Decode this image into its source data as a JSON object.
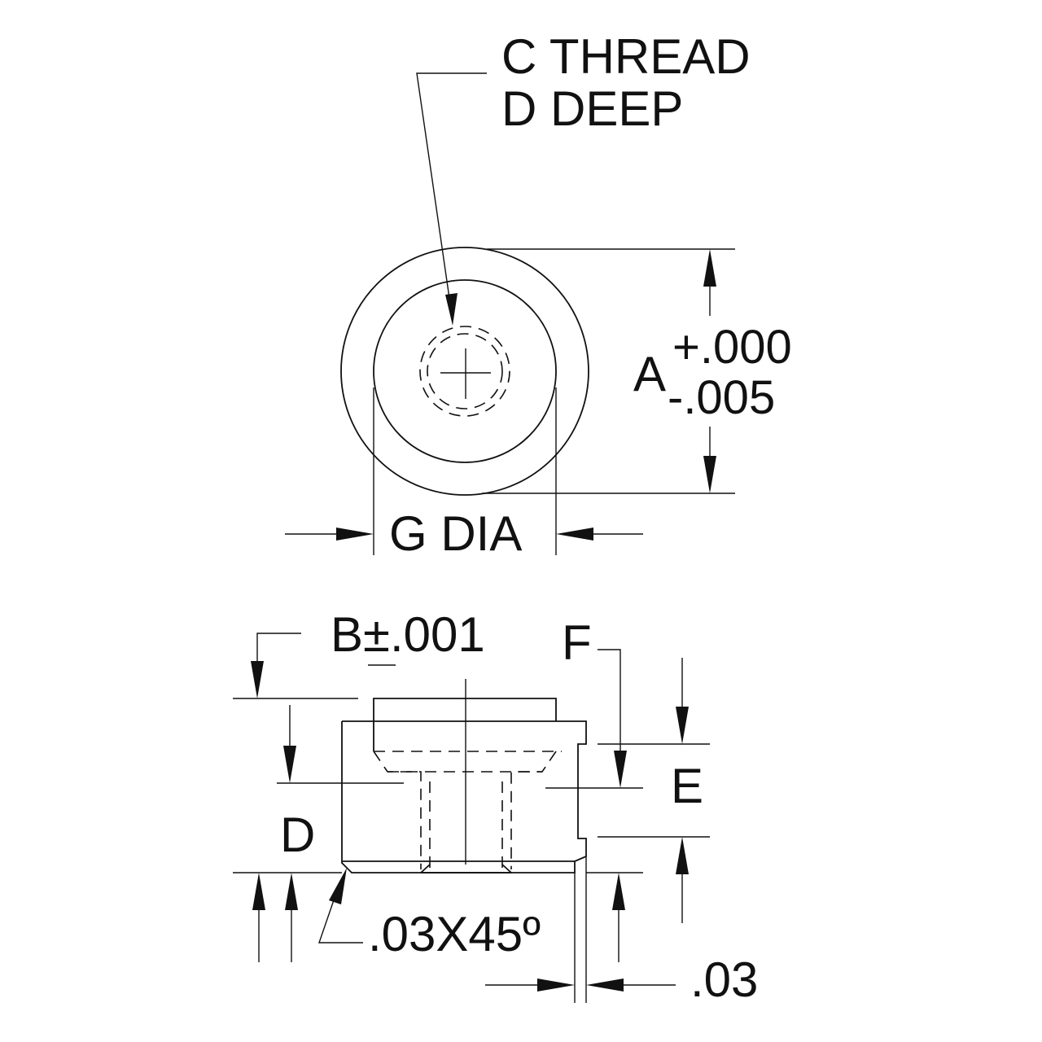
{
  "labels": {
    "thread_line1": "C THREAD",
    "thread_line2": "D DEEP",
    "a_letter": "A",
    "a_tol_plus": "+.000",
    "a_tol_minus": "-.005",
    "g_dia": "G DIA",
    "b_tol": "B±.001",
    "f": "F",
    "e": "E",
    "d": "D",
    "chamfer": ".03X45º",
    "dim_03": ".03"
  },
  "colors": {
    "line": "#111111",
    "background": "#ffffff"
  }
}
